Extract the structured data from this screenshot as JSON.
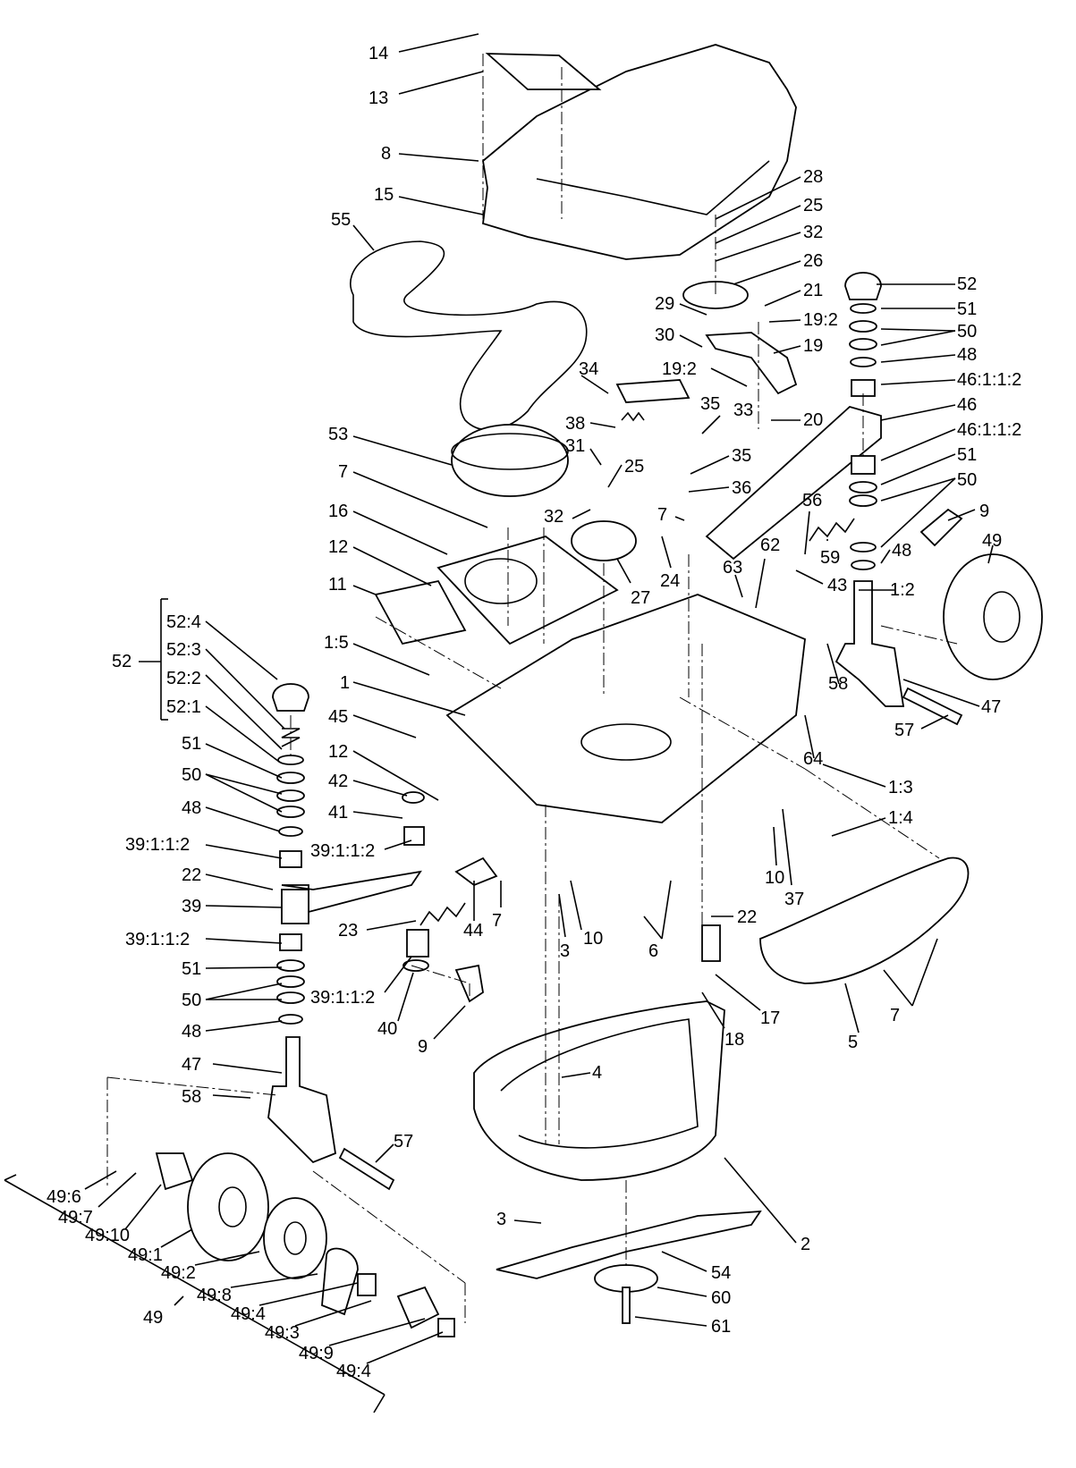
{
  "callouts": [
    {
      "id": "c14",
      "text": "14"
    },
    {
      "id": "c13",
      "text": "13"
    },
    {
      "id": "c8",
      "text": "8"
    },
    {
      "id": "c15",
      "text": "15"
    },
    {
      "id": "c55",
      "text": "55"
    },
    {
      "id": "c28",
      "text": "28"
    },
    {
      "id": "c25a",
      "text": "25"
    },
    {
      "id": "c32a",
      "text": "32"
    },
    {
      "id": "c26",
      "text": "26"
    },
    {
      "id": "c21",
      "text": "21"
    },
    {
      "id": "c29",
      "text": "29"
    },
    {
      "id": "c19_2a",
      "text": "19:2"
    },
    {
      "id": "c30",
      "text": "30"
    },
    {
      "id": "c19",
      "text": "19"
    },
    {
      "id": "c34",
      "text": "34"
    },
    {
      "id": "c19_2b",
      "text": "19:2"
    },
    {
      "id": "c35a",
      "text": "35"
    },
    {
      "id": "c33",
      "text": "33"
    },
    {
      "id": "c20",
      "text": "20"
    },
    {
      "id": "c38",
      "text": "38"
    },
    {
      "id": "c31",
      "text": "31"
    },
    {
      "id": "c25b",
      "text": "25"
    },
    {
      "id": "c35b",
      "text": "35"
    },
    {
      "id": "c36",
      "text": "36"
    },
    {
      "id": "c53",
      "text": "53"
    },
    {
      "id": "c7a",
      "text": "7"
    },
    {
      "id": "c32b",
      "text": "32"
    },
    {
      "id": "c7b",
      "text": "7"
    },
    {
      "id": "c16",
      "text": "16"
    },
    {
      "id": "c12a",
      "text": "12"
    },
    {
      "id": "c11",
      "text": "11"
    },
    {
      "id": "c24",
      "text": "24"
    },
    {
      "id": "c27",
      "text": "27"
    },
    {
      "id": "c62",
      "text": "62"
    },
    {
      "id": "c63",
      "text": "63"
    },
    {
      "id": "c56",
      "text": "56"
    },
    {
      "id": "c59",
      "text": "59"
    },
    {
      "id": "c43",
      "text": "43"
    },
    {
      "id": "c1_2",
      "text": "1:2"
    },
    {
      "id": "c52r",
      "text": "52"
    },
    {
      "id": "c51r",
      "text": "51"
    },
    {
      "id": "c50r",
      "text": "50"
    },
    {
      "id": "c48r",
      "text": "48"
    },
    {
      "id": "c46_1a",
      "text": "46:1:1:2"
    },
    {
      "id": "c46",
      "text": "46"
    },
    {
      "id": "c46_1b",
      "text": "46:1:1:2"
    },
    {
      "id": "c51r2",
      "text": "51"
    },
    {
      "id": "c50r2",
      "text": "50"
    },
    {
      "id": "c9r",
      "text": "9"
    },
    {
      "id": "c49r",
      "text": "49"
    },
    {
      "id": "c48r2",
      "text": "48"
    },
    {
      "id": "c58r",
      "text": "58"
    },
    {
      "id": "c47r",
      "text": "47"
    },
    {
      "id": "c57r",
      "text": "57"
    },
    {
      "id": "c64",
      "text": "64"
    },
    {
      "id": "c1_3",
      "text": "1:3"
    },
    {
      "id": "c1_4",
      "text": "1:4"
    },
    {
      "id": "c10r",
      "text": "10"
    },
    {
      "id": "c37",
      "text": "37"
    },
    {
      "id": "c1_5",
      "text": "1:5"
    },
    {
      "id": "c1",
      "text": "1"
    },
    {
      "id": "c45",
      "text": "45"
    },
    {
      "id": "c12b",
      "text": "12"
    },
    {
      "id": "c42",
      "text": "42"
    },
    {
      "id": "c41",
      "text": "41"
    },
    {
      "id": "c39_1a",
      "text": "39:1:1:2"
    },
    {
      "id": "c52",
      "text": "52"
    },
    {
      "id": "c52_4",
      "text": "52:4"
    },
    {
      "id": "c52_3",
      "text": "52:3"
    },
    {
      "id": "c52_2",
      "text": "52:2"
    },
    {
      "id": "c52_1",
      "text": "52:1"
    },
    {
      "id": "c51l",
      "text": "51"
    },
    {
      "id": "c50l",
      "text": "50"
    },
    {
      "id": "c48l",
      "text": "48"
    },
    {
      "id": "c39_1l",
      "text": "39:1:1:2"
    },
    {
      "id": "c22l",
      "text": "22"
    },
    {
      "id": "c39",
      "text": "39"
    },
    {
      "id": "c39_1l2",
      "text": "39:1:1:2"
    },
    {
      "id": "c51l2",
      "text": "51"
    },
    {
      "id": "c50l2",
      "text": "50"
    },
    {
      "id": "c48l2",
      "text": "48"
    },
    {
      "id": "c23",
      "text": "23"
    },
    {
      "id": "c44",
      "text": "44"
    },
    {
      "id": "c7c",
      "text": "7"
    },
    {
      "id": "c39_1b",
      "text": "39:1:1:2"
    },
    {
      "id": "c40",
      "text": "40"
    },
    {
      "id": "c9l",
      "text": "9"
    },
    {
      "id": "c3a",
      "text": "3"
    },
    {
      "id": "c10l",
      "text": "10"
    },
    {
      "id": "c6",
      "text": "6"
    },
    {
      "id": "c22r",
      "text": "22"
    },
    {
      "id": "c17",
      "text": "17"
    },
    {
      "id": "c18",
      "text": "18"
    },
    {
      "id": "c7d",
      "text": "7"
    },
    {
      "id": "c5",
      "text": "5"
    },
    {
      "id": "c4",
      "text": "4"
    },
    {
      "id": "c47l",
      "text": "47"
    },
    {
      "id": "c58l",
      "text": "58"
    },
    {
      "id": "c57l",
      "text": "57"
    },
    {
      "id": "c49_6",
      "text": "49:6"
    },
    {
      "id": "c49_7",
      "text": "49:7"
    },
    {
      "id": "c49_10",
      "text": "49:10"
    },
    {
      "id": "c49_1",
      "text": "49:1"
    },
    {
      "id": "c49_2",
      "text": "49:2"
    },
    {
      "id": "c49_8",
      "text": "49:8"
    },
    {
      "id": "c49_4a",
      "text": "49:4"
    },
    {
      "id": "c49",
      "text": "49"
    },
    {
      "id": "c49_3",
      "text": "49:3"
    },
    {
      "id": "c49_9",
      "text": "49:9"
    },
    {
      "id": "c49_4b",
      "text": "49:4"
    },
    {
      "id": "c3b",
      "text": "3"
    },
    {
      "id": "c2",
      "text": "2"
    },
    {
      "id": "c54",
      "text": "54"
    },
    {
      "id": "c60",
      "text": "60"
    },
    {
      "id": "c61",
      "text": "61"
    }
  ]
}
